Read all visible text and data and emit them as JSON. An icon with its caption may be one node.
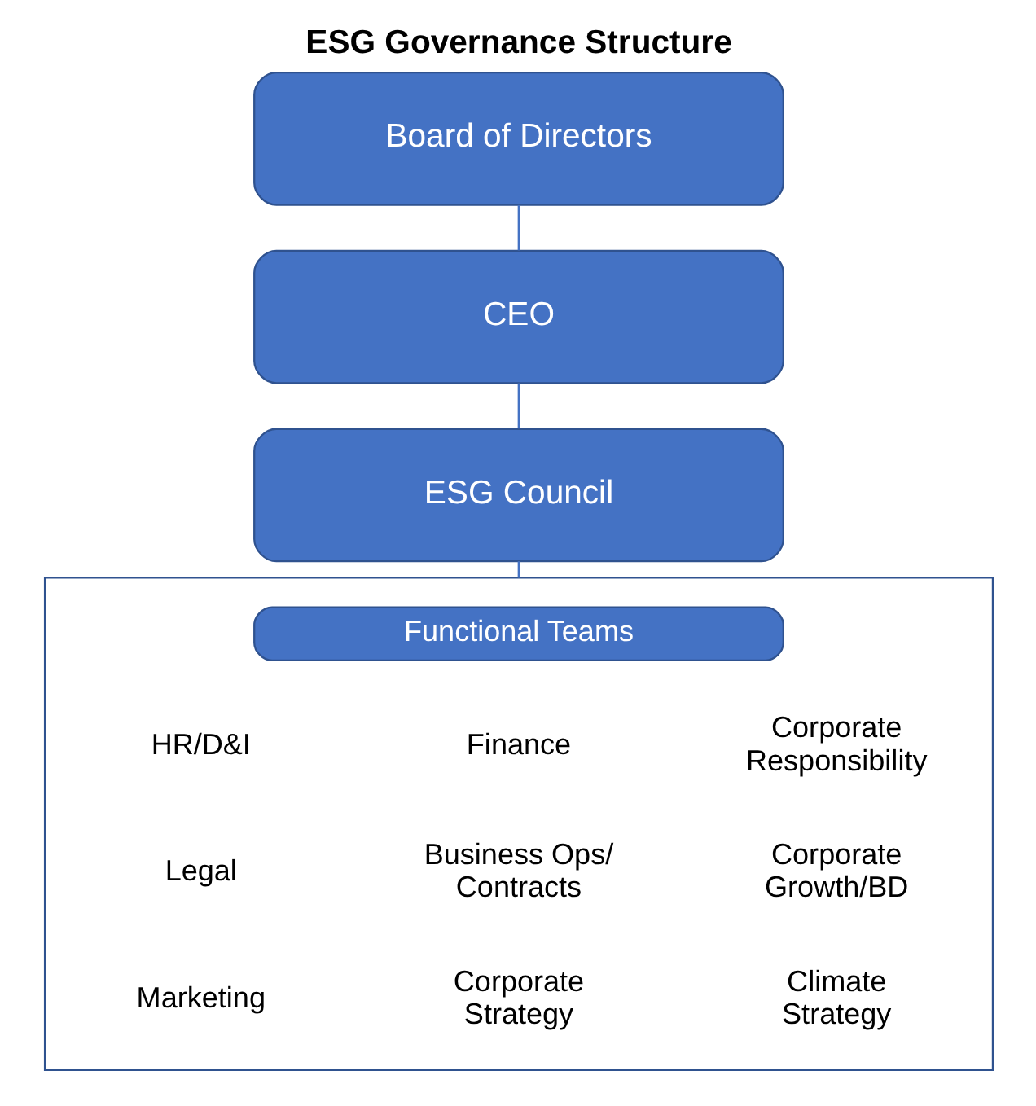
{
  "diagram": {
    "title": "ESG Governance Structure",
    "nodes": [
      {
        "text": [
          "Board of Directors"
        ]
      },
      {
        "text": [
          "CEO"
        ]
      },
      {
        "text": [
          "ESG Council"
        ]
      },
      {
        "text": [],
        "shape": "box"
      },
      {
        "text": [
          "Functional Teams"
        ],
        "in": 3
      }
    ],
    "edges": [
      {
        "from": 0,
        "to": 1,
        "arrow": "none"
      },
      {
        "from": 1,
        "to": 2,
        "arrow": "none"
      },
      {
        "from": 2,
        "to": 3,
        "arrow": "none"
      }
    ],
    "labels": [
      "HR/D&I",
      "Finance",
      "Corporate Responsibility",
      "Legal",
      "Business Ops/ Contracts",
      "Corporate Growth/BD",
      "Marketing",
      "Corporate Strategy",
      "Climate Strategy"
    ]
  }
}
